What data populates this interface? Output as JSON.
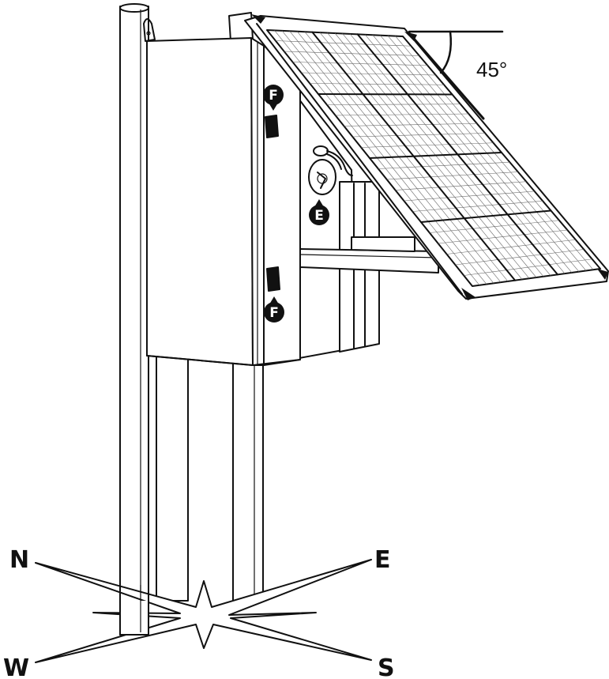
{
  "diagram": {
    "angle_label": "45°",
    "callouts": {
      "switch": "E",
      "latch_top": "F",
      "latch_bottom": "F"
    },
    "compass": {
      "north": "N",
      "east": "E",
      "south": "S",
      "west": "W"
    },
    "colors": {
      "line": "#111111",
      "background": "#ffffff"
    }
  }
}
